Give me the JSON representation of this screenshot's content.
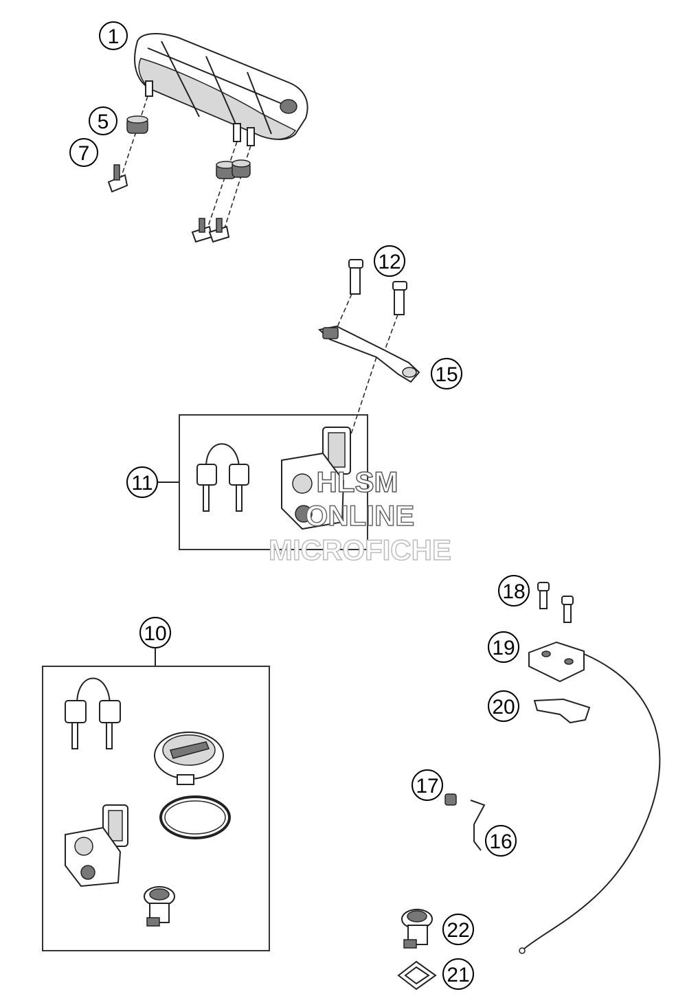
{
  "callouts": {
    "c1": "1",
    "c5": "5",
    "c7": "7",
    "c12": "12",
    "c15": "15",
    "c11": "11",
    "c10": "10",
    "c18": "18",
    "c19": "19",
    "c20": "20",
    "c17": "17",
    "c16": "16",
    "c22": "22",
    "c21": "21"
  },
  "watermark": {
    "line1": "HLSM",
    "line2": "ONLINE",
    "line3": "MICROFICHE"
  }
}
